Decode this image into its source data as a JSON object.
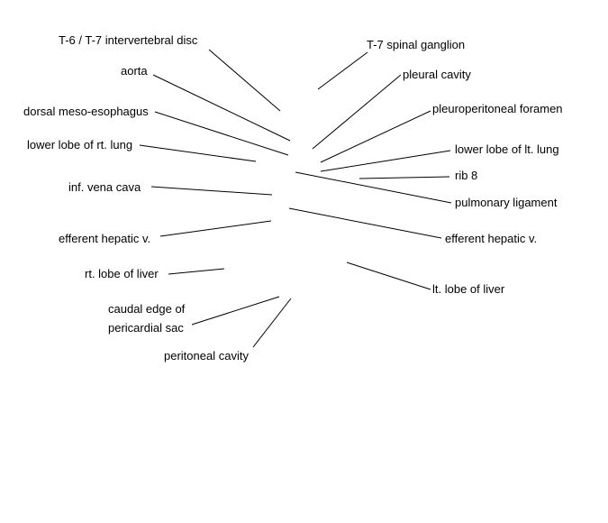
{
  "labels": {
    "t6_t7_disc": "T-6 / T-7 intervertebral disc",
    "t7_spinal_ganglion": "T-7 spinal ganglion",
    "aorta": "aorta",
    "pleural_cavity": "pleural cavity",
    "dorsal_meso_esophagus": "dorsal meso-esophagus",
    "pleuroperitoneal_foramen": "pleuroperitoneal foramen",
    "lower_lobe_rt_lung": "lower lobe of rt. lung",
    "lower_lobe_lt_lung": "lower lobe of lt. lung",
    "rib_8": "rib 8",
    "inf_vena_cava": "inf. vena cava",
    "pulmonary_ligament": "pulmonary ligament",
    "efferent_hepatic_v_left": "efferent hepatic v.",
    "efferent_hepatic_v_right": "efferent hepatic v.",
    "rt_lobe_of_liver": "rt. lobe of liver",
    "lt_lobe_of_liver": "lt. lobe of liver",
    "caudal_edge_pericardial_sac": "caudal edge of\npericardial sac",
    "peritoneal_cavity": "peritoneal cavity"
  }
}
